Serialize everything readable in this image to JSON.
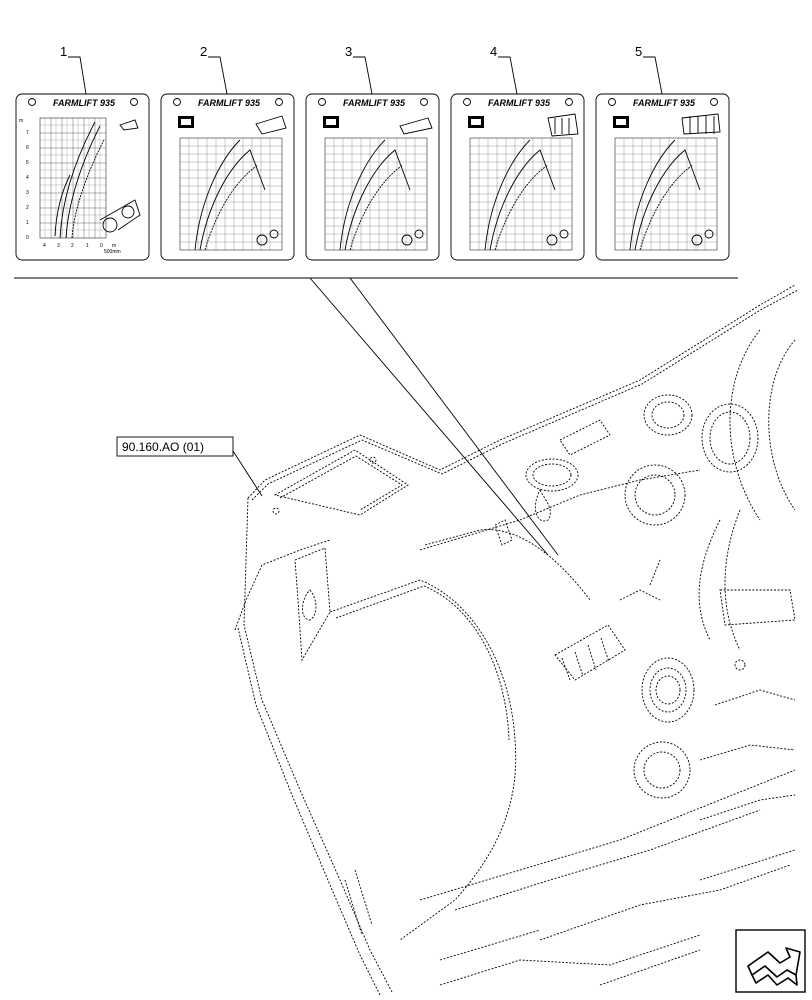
{
  "labels": [
    {
      "callout": "1",
      "title": "FARMLIFT 935"
    },
    {
      "callout": "2",
      "title": "FARMLIFT 935"
    },
    {
      "callout": "3",
      "title": "FARMLIFT 935"
    },
    {
      "callout": "4",
      "title": "FARMLIFT 935"
    },
    {
      "callout": "5",
      "title": "FARMLIFT 935"
    }
  ],
  "chart1": {
    "y_ticks": [
      "7",
      "6",
      "5",
      "4",
      "3",
      "2",
      "1",
      "0"
    ],
    "x_ticks": [
      "4",
      "3",
      "2",
      "1",
      "0"
    ],
    "unit": "m",
    "footnote": "500mm"
  },
  "reference_box": "90.160.AO (01)",
  "nav_icon": "next-page-arrow-icon"
}
